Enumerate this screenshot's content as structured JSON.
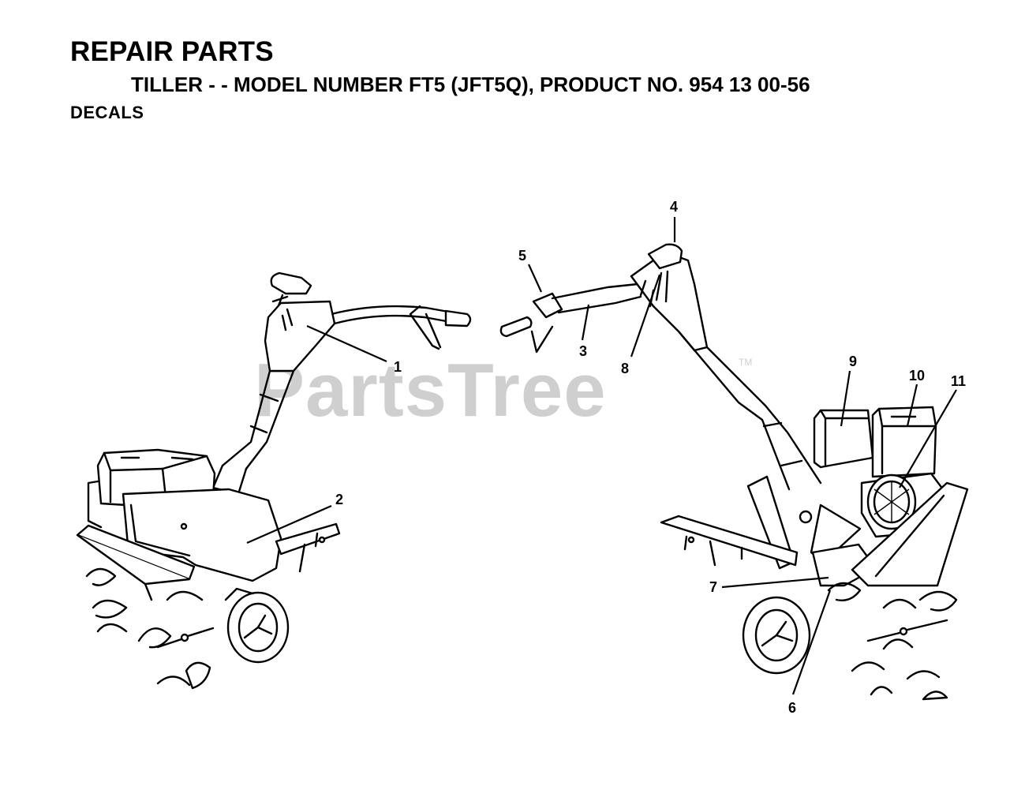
{
  "header": {
    "title": "REPAIR PARTS",
    "subtitle": "TILLER - - MODEL NUMBER FT5 (JFT5Q), PRODUCT NO. 954 13 00-56",
    "section": "DECALS"
  },
  "watermark": {
    "text": "PartsTree",
    "trademark": "TM"
  },
  "callouts": [
    "1",
    "2",
    "3",
    "4",
    "5",
    "6",
    "7",
    "8",
    "9",
    "10",
    "11"
  ],
  "colors": {
    "ink": "#000000",
    "watermark": "#cfcfcf",
    "background": "#ffffff"
  }
}
